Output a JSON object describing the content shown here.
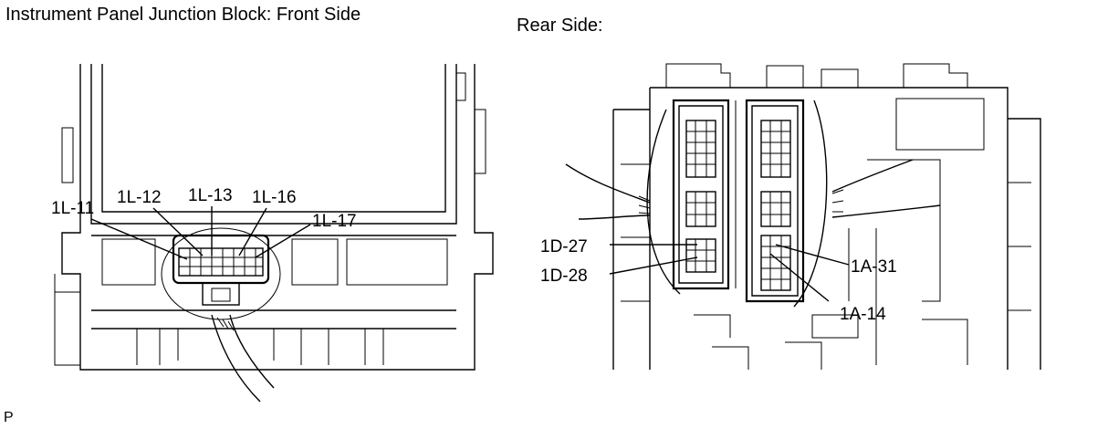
{
  "front": {
    "title": "Instrument Panel Junction Block: Front Side",
    "labels": [
      "1L-11",
      "1L-12",
      "1L-13",
      "1L-16",
      "1L-17"
    ]
  },
  "rear": {
    "title": "Rear Side:",
    "labels_left": [
      "1D-27",
      "1D-28"
    ],
    "labels_right": [
      "1A-31",
      "1A-14"
    ]
  },
  "footer": "P"
}
